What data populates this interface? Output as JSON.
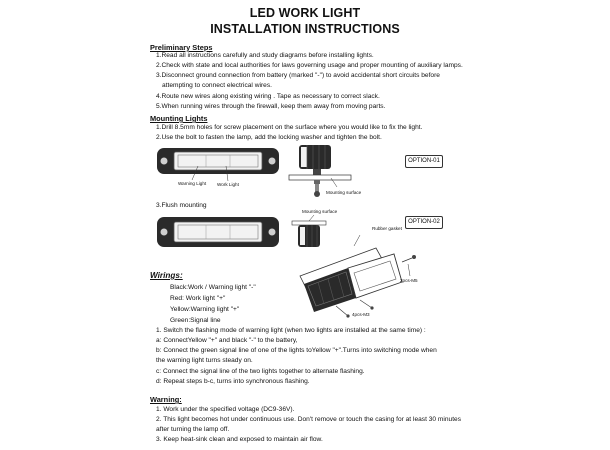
{
  "title_line1": "LED WORK LIGHT",
  "title_line2": "INSTALLATION INSTRUCTIONS",
  "preliminary": {
    "heading": "Preliminary Steps",
    "items": [
      "1.Read all instructions carefully and study diagrams before installing lights.",
      "2.Check with state and local authorities for laws governing usage and proper mounting of auxiliary lamps.",
      "3.Disconnect ground connection from battery (marked \"-\") to avoid accidental short circuits before",
      "   attempting  to connect electrical wires.",
      "4.Route new wires along existing wiring . Tape as necessary to correct slack.",
      "5.When running wires through the firewall, keep them away from moving parts."
    ]
  },
  "mounting": {
    "heading": "Mounting Lights",
    "items": [
      "1.Drill 8.5mm holes for screw placement on the surface where you would like to fix the light.",
      "2.Use the bolt to fasten the lamp, add the locking  washer and tighten the bolt."
    ],
    "option1": "OPTION-01",
    "option2": "OPTION-02",
    "labels": {
      "warning_light": "Warning Light",
      "work_light": "Work Light",
      "mounting_surface": "Mounting surface",
      "rubber_gasket": "Rubber gasket",
      "m5": "2pcs-M5",
      "m3": "4pcs-M3"
    },
    "flush": "3.Flush mounting"
  },
  "wiring": {
    "heading": "Wirings:",
    "colors": [
      "Black:Work / Warning light \"-\"",
      "Red: Work  light \"+\"",
      "Yellow:Warning light \"+\"",
      "Green:Signal line"
    ],
    "steps": [
      "1. Switch the flashing mode of warning light (when two lights are installed at the same time) :",
      "a: ConnectYellow \"+\" and black \"-\" to the battery,",
      "b: Connect the green signal line of one of the lights toYellow \"+\".Turns into switching mode when",
      "    the warning light turns steady on.",
      "c: Connect the signal line of the two lights together to alternate flashing.",
      "d: Repeat steps b-c, turns into synchronous flashing."
    ]
  },
  "warning": {
    "heading": "Warning:",
    "items": [
      "1. Work under the specified voltage (DC9-36V).",
      "2. This light becomes hot under continuous use. Don't remove or touch the casing for at least 30 minutes",
      "    after  turning the lamp off.",
      "3. Keep heat-sink clean and exposed to maintain air flow."
    ]
  },
  "colors": {
    "text": "#111111",
    "lamp_body": "#2a2a2a",
    "lamp_lens": "#f2f2f2"
  }
}
